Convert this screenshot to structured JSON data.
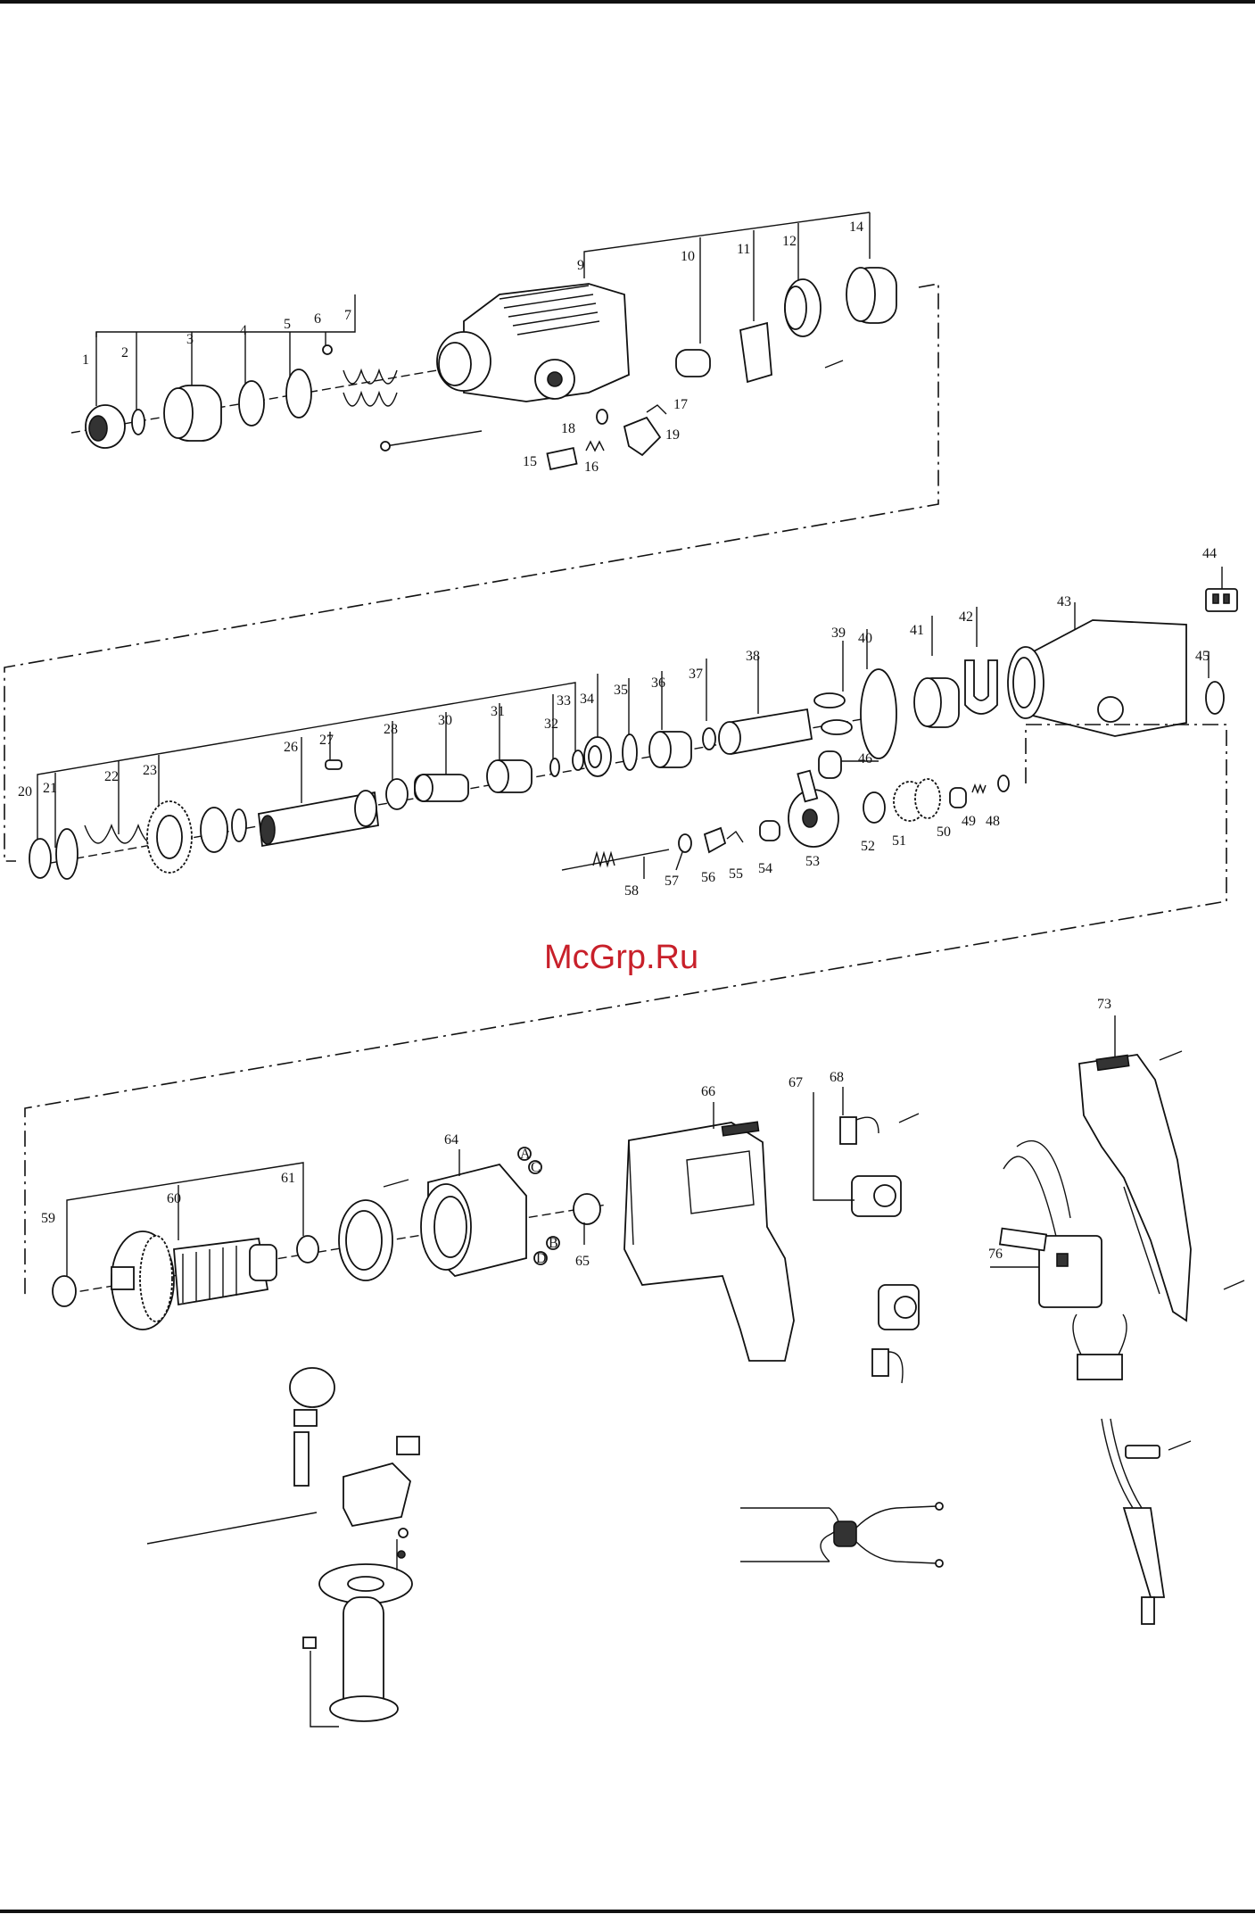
{
  "watermark": "McGrp.Ru",
  "part_numbers": [
    "1",
    "2",
    "3",
    "4",
    "5",
    "6",
    "7",
    "9",
    "10",
    "11",
    "12",
    "14",
    "15",
    "16",
    "17",
    "18",
    "19",
    "20",
    "21",
    "22",
    "23",
    "26",
    "27",
    "28",
    "30",
    "31",
    "32",
    "33",
    "34",
    "35",
    "36",
    "37",
    "38",
    "39",
    "40",
    "41",
    "42",
    "43",
    "44",
    "45",
    "46",
    "48",
    "49",
    "50",
    "51",
    "52",
    "53",
    "54",
    "55",
    "56",
    "57",
    "58",
    "59",
    "60",
    "61",
    "64",
    "65",
    "66",
    "67",
    "68",
    "73",
    "76"
  ],
  "wire_markers": [
    "A",
    "C",
    "B",
    "D"
  ]
}
